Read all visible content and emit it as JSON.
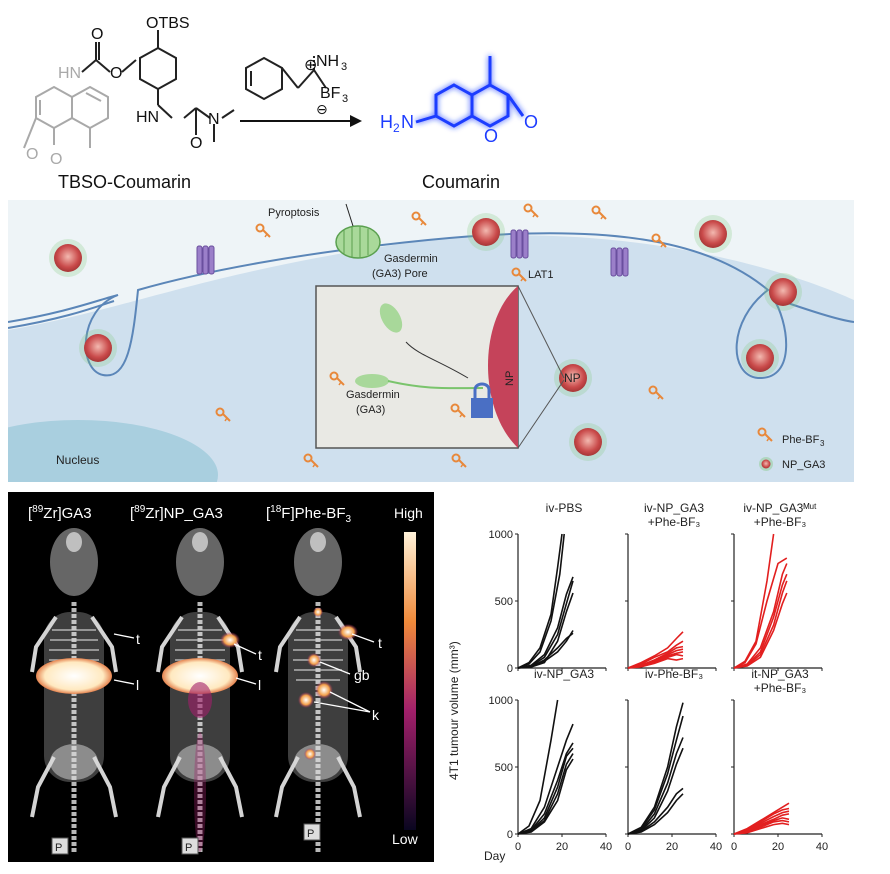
{
  "scheme": {
    "reactant_name": "TBSO-Coumarin",
    "product_name": "Coumarin",
    "reactant_labels": {
      "otbs": "OTBS",
      "hn": "HN",
      "o1": "O",
      "o2": "O",
      "o3": "O",
      "n": "N",
      "hn2": "HN"
    },
    "reagent_labels": {
      "nh3": "NH",
      "nh3_sub": "3",
      "bf": "BF",
      "bf_sub": "3",
      "plus": "⊕",
      "minus": "⊖"
    },
    "product_labels": {
      "h2n": "H",
      "h2n_sub": "2",
      "h2n_n": "N",
      "o1": "O",
      "o2": "O"
    }
  },
  "cell_diagram": {
    "pyroptosis": "Pyroptosis",
    "gasdermin_pore_line1": "Gasdermin",
    "gasdermin_pore_line2": "(GA3)  Pore",
    "lat1": "LAT1",
    "nucleus": "Nucleus",
    "np": "NP",
    "inset_gasdermin_line1": "Gasdermin",
    "inset_gasdermin_line2": "(GA3)",
    "legend": [
      {
        "label": "Phe-BF",
        "sub": "3"
      },
      {
        "label": "NP_GA3",
        "sub": ""
      }
    ]
  },
  "imaging": {
    "panels": [
      {
        "label_pre": "[",
        "sup": "89",
        "label_post": "Zr]GA3"
      },
      {
        "label_pre": "[",
        "sup": "89",
        "label_post": "Zr]NP_GA3"
      },
      {
        "label_pre": "[",
        "sup": "18",
        "label_post": "F]Phe-BF",
        "sub": "3"
      }
    ],
    "scale_high": "High",
    "scale_low": "Low",
    "annotations": [
      "t",
      "l",
      "t",
      "l",
      "t",
      "gb",
      "k"
    ],
    "p_marker": "P"
  },
  "chart_data": {
    "type": "line",
    "ylabel": "4T1 tumour volume  (mm³)",
    "xlabel": "Day",
    "xlim": [
      0,
      40
    ],
    "ylim": [
      0,
      1000
    ],
    "xticks": [
      "0",
      "20",
      "40"
    ],
    "yticks": [
      "0",
      "500",
      "1000"
    ],
    "panels": [
      {
        "title_line1": "iv-PBS",
        "title_line2": "",
        "color": "#111111",
        "series": [
          {
            "x": [
              0,
              5,
              10,
              15,
              18,
              20
            ],
            "y": [
              0,
              40,
              150,
              400,
              750,
              1000
            ]
          },
          {
            "x": [
              0,
              5,
              10,
              15,
              19,
              21
            ],
            "y": [
              0,
              30,
              120,
              350,
              700,
              1000
            ]
          },
          {
            "x": [
              0,
              6,
              12,
              18,
              22,
              25
            ],
            "y": [
              0,
              20,
              100,
              300,
              550,
              680
            ]
          },
          {
            "x": [
              0,
              6,
              12,
              18,
              22,
              25
            ],
            "y": [
              0,
              15,
              80,
              250,
              480,
              650
            ]
          },
          {
            "x": [
              0,
              6,
              12,
              18,
              22,
              25
            ],
            "y": [
              0,
              10,
              60,
              150,
              220,
              260
            ]
          },
          {
            "x": [
              0,
              6,
              12,
              18,
              22,
              25
            ],
            "y": [
              0,
              12,
              50,
              120,
              200,
              280
            ]
          },
          {
            "x": [
              0,
              6,
              12,
              18,
              22,
              25
            ],
            "y": [
              0,
              8,
              40,
              200,
              420,
              560
            ]
          }
        ]
      },
      {
        "title_line1": "iv-NP_GA3",
        "title_line2": "+Phe-BF₃",
        "color": "#e21f1f",
        "series": [
          {
            "x": [
              0,
              6,
              12,
              18,
              22,
              25
            ],
            "y": [
              0,
              40,
              90,
              150,
              220,
              270
            ]
          },
          {
            "x": [
              0,
              6,
              12,
              18,
              22,
              25
            ],
            "y": [
              0,
              30,
              80,
              120,
              170,
              200
            ]
          },
          {
            "x": [
              0,
              6,
              12,
              18,
              22,
              25
            ],
            "y": [
              0,
              20,
              60,
              110,
              150,
              160
            ]
          },
          {
            "x": [
              0,
              6,
              12,
              18,
              22,
              25
            ],
            "y": [
              0,
              25,
              50,
              100,
              130,
              140
            ]
          },
          {
            "x": [
              0,
              6,
              12,
              18,
              22,
              25
            ],
            "y": [
              0,
              15,
              45,
              90,
              110,
              120
            ]
          },
          {
            "x": [
              0,
              6,
              12,
              18,
              22,
              25
            ],
            "y": [
              0,
              10,
              40,
              80,
              100,
              90
            ]
          },
          {
            "x": [
              0,
              6,
              12,
              18,
              22,
              25
            ],
            "y": [
              0,
              10,
              35,
              70,
              60,
              70
            ]
          }
        ]
      },
      {
        "title_line1": "iv-NP_GA3ᴹᵘᵗ",
        "title_line2": "+Phe-BF₃",
        "color": "#e21f1f",
        "series": [
          {
            "x": [
              0,
              5,
              10,
              15,
              18
            ],
            "y": [
              0,
              50,
              200,
              650,
              1000
            ]
          },
          {
            "x": [
              0,
              5,
              10,
              15,
              20,
              24
            ],
            "y": [
              0,
              40,
              180,
              500,
              780,
              820
            ]
          },
          {
            "x": [
              0,
              6,
              12,
              18,
              22,
              24
            ],
            "y": [
              0,
              30,
              150,
              420,
              700,
              780
            ]
          },
          {
            "x": [
              0,
              6,
              12,
              18,
              22,
              24
            ],
            "y": [
              0,
              25,
              120,
              380,
              620,
              700
            ]
          },
          {
            "x": [
              0,
              6,
              12,
              18,
              22,
              24
            ],
            "y": [
              0,
              20,
              100,
              320,
              560,
              650
            ]
          },
          {
            "x": [
              0,
              6,
              12,
              18,
              22,
              24
            ],
            "y": [
              0,
              15,
              80,
              280,
              480,
              560
            ]
          }
        ]
      },
      {
        "title_line1": "iv-NP_GA3",
        "title_line2": "",
        "color": "#111111",
        "series": [
          {
            "x": [
              0,
              5,
              10,
              15,
              18
            ],
            "y": [
              0,
              60,
              250,
              700,
              1000
            ]
          },
          {
            "x": [
              0,
              6,
              12,
              18,
              22,
              25
            ],
            "y": [
              0,
              40,
              200,
              500,
              700,
              820
            ]
          },
          {
            "x": [
              0,
              6,
              12,
              18,
              22,
              25
            ],
            "y": [
              0,
              30,
              150,
              400,
              600,
              680
            ]
          },
          {
            "x": [
              0,
              6,
              12,
              18,
              22,
              25
            ],
            "y": [
              0,
              25,
              120,
              350,
              580,
              640
            ]
          },
          {
            "x": [
              0,
              6,
              12,
              18,
              22,
              25
            ],
            "y": [
              0,
              20,
              100,
              300,
              520,
              600
            ]
          },
          {
            "x": [
              0,
              6,
              12,
              18,
              22,
              25
            ],
            "y": [
              0,
              15,
              90,
              250,
              480,
              560
            ]
          }
        ]
      },
      {
        "title_line1": "iv-Phe-BF₃",
        "title_line2": "",
        "color": "#111111",
        "series": [
          {
            "x": [
              0,
              6,
              12,
              18,
              22,
              25
            ],
            "y": [
              0,
              50,
              200,
              500,
              800,
              980
            ]
          },
          {
            "x": [
              0,
              6,
              12,
              18,
              22,
              25
            ],
            "y": [
              0,
              40,
              180,
              450,
              700,
              880
            ]
          },
          {
            "x": [
              0,
              6,
              12,
              18,
              22,
              25
            ],
            "y": [
              0,
              30,
              150,
              380,
              600,
              720
            ]
          },
          {
            "x": [
              0,
              6,
              12,
              18,
              22,
              25
            ],
            "y": [
              0,
              25,
              120,
              320,
              520,
              640
            ]
          },
          {
            "x": [
              0,
              6,
              12,
              18,
              22,
              25
            ],
            "y": [
              0,
              20,
              90,
              200,
              300,
              340
            ]
          },
          {
            "x": [
              0,
              6,
              12,
              18,
              22,
              25
            ],
            "y": [
              0,
              15,
              70,
              160,
              250,
              300
            ]
          }
        ]
      },
      {
        "title_line1": "it-NP_GA3",
        "title_line2": "+Phe-BF₃",
        "color": "#e21f1f",
        "series": [
          {
            "x": [
              0,
              6,
              12,
              18,
              22,
              25
            ],
            "y": [
              0,
              40,
              100,
              160,
              200,
              230
            ]
          },
          {
            "x": [
              0,
              6,
              12,
              18,
              22,
              25
            ],
            "y": [
              0,
              30,
              90,
              150,
              180,
              190
            ]
          },
          {
            "x": [
              0,
              6,
              12,
              18,
              22,
              25
            ],
            "y": [
              0,
              25,
              80,
              130,
              160,
              170
            ]
          },
          {
            "x": [
              0,
              6,
              12,
              18,
              22,
              25
            ],
            "y": [
              0,
              20,
              70,
              110,
              140,
              150
            ]
          },
          {
            "x": [
              0,
              6,
              12,
              18,
              22,
              25
            ],
            "y": [
              0,
              15,
              60,
              100,
              120,
              110
            ]
          },
          {
            "x": [
              0,
              6,
              12,
              18,
              22,
              25
            ],
            "y": [
              0,
              10,
              50,
              90,
              100,
              90
            ]
          },
          {
            "x": [
              0,
              6,
              12,
              18,
              22,
              25
            ],
            "y": [
              0,
              10,
              40,
              70,
              80,
              70
            ]
          }
        ]
      }
    ]
  }
}
